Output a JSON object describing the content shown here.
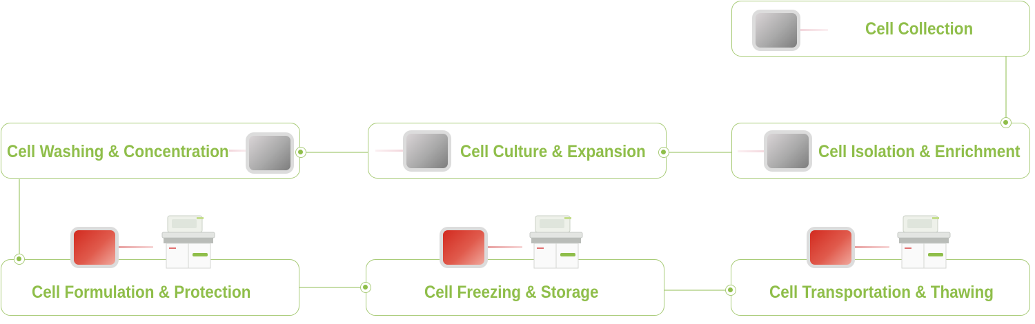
{
  "steps": {
    "collection": "Cell Collection",
    "isolation": "Cell Isolation & Enrichment",
    "culture": "Cell Culture & Expansion",
    "washing": "Cell Washing & Concentration",
    "formulation": "Cell Formulation & Protection",
    "freezing": "Cell Freezing & Storage",
    "transport": "Cell Transportation & Thawing"
  },
  "colors": {
    "accent": "#8fbe4a",
    "border": "#a8cb77",
    "pending_tile": "#a9a9a9",
    "active_tile": "#d22a1f"
  },
  "icons": {
    "pending": "grey-tile-icon",
    "active": "red-tile-icon",
    "device": "processing-machine-icon"
  }
}
